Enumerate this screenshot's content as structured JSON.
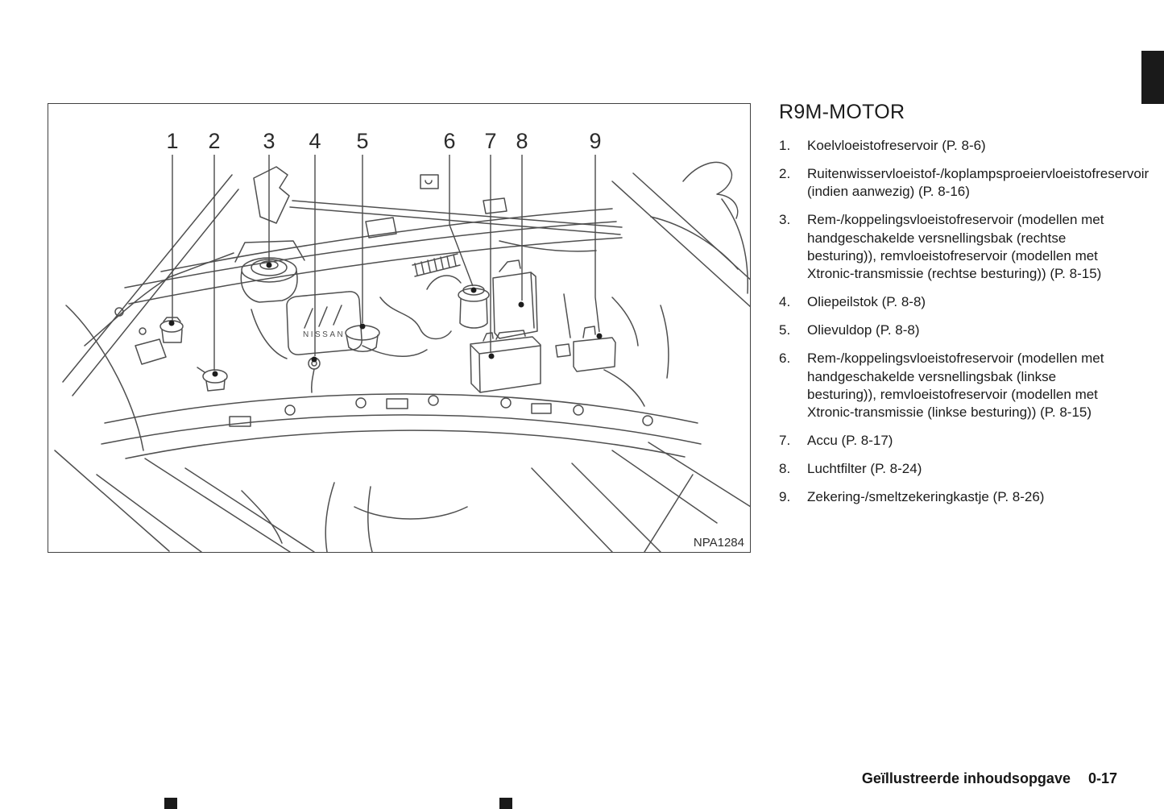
{
  "page": {
    "language": "Dutch",
    "footer": {
      "section_title": "Geïllustreerde inhoudsopgave",
      "page_number": "0-17"
    }
  },
  "legend": {
    "heading": "R9M-MOTOR",
    "items": [
      {
        "num": "1.",
        "text": "Koelvloeistofreservoir (P. 8-6)"
      },
      {
        "num": "2.",
        "text": "Ruitenwisservloeistof-/koplampsproeiervloeistofreservoir (indien aanwezig) (P. 8-16)"
      },
      {
        "num": "3.",
        "text": "Rem-/koppelingsvloeistofreservoir (modellen met handgeschakelde versnellingsbak (rechtse besturing)), remvloeistofreservoir (modellen met Xtronic-transmissie (rechtse besturing)) (P. 8-15)"
      },
      {
        "num": "4.",
        "text": "Oliepeilstok (P. 8-8)"
      },
      {
        "num": "5.",
        "text": "Olievuldop (P. 8-8)"
      },
      {
        "num": "6.",
        "text": "Rem-/koppelingsvloeistofreservoir (modellen met handgeschakelde versnellingsbak (linkse besturing)), remvloeistofreservoir (modellen met Xtronic-transmissie (linkse besturing)) (P. 8-15)"
      },
      {
        "num": "7.",
        "text": "Accu (P. 8-17)"
      },
      {
        "num": "8.",
        "text": "Luchtfilter (P. 8-24)"
      },
      {
        "num": "9.",
        "text": "Zekering-/smeltzekeringkastje (P. 8-26)"
      }
    ]
  },
  "diagram": {
    "figure_id": "NPA1284",
    "engine_label": "NISSAN",
    "callouts": [
      {
        "label": "1"
      },
      {
        "label": "2"
      },
      {
        "label": "3"
      },
      {
        "label": "4"
      },
      {
        "label": "5"
      },
      {
        "label": "6"
      },
      {
        "label": "7"
      },
      {
        "label": "8"
      },
      {
        "label": "9"
      }
    ]
  },
  "colors": {
    "page_background": "#ffffff",
    "text_ink": "#1b1b1b",
    "line_art": "#4f4f4f",
    "index_tab_black": "#1a1a1a"
  }
}
